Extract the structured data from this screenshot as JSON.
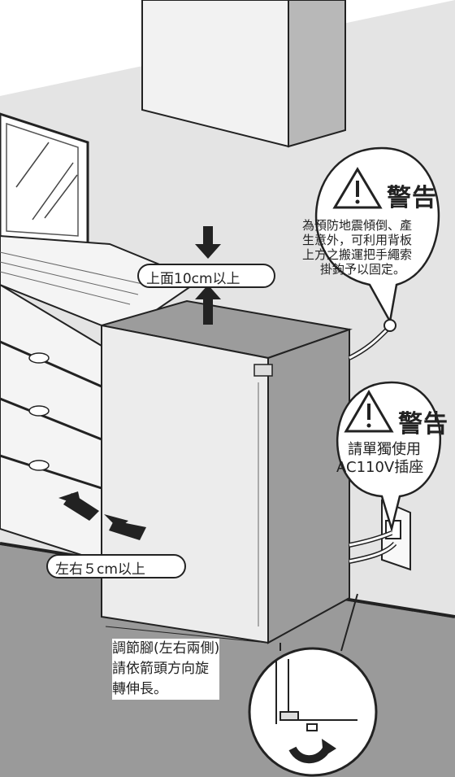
{
  "clearance": {
    "top_label": "上面10cm以上",
    "side_label": "左右５cm以上"
  },
  "warning1": {
    "title": "警告",
    "lines": [
      "為預防地震傾倒、產",
      "生意外，可利用背板",
      "上方之搬運把手繩索",
      "掛鉤予以固定。"
    ]
  },
  "warning2": {
    "title": "警告",
    "lines": [
      "請單獨使用",
      "AC110V插座"
    ]
  },
  "adjust_note": {
    "lines": [
      "調節腳(左右兩側)",
      "請依箭頭方向旋",
      "轉伸長。"
    ]
  },
  "icons": [
    "warning-triangle-icon",
    "down-arrow-icon",
    "up-arrow-icon",
    "right-arrow-icon",
    "left-arrow-icon",
    "rotate-arrow-icon"
  ],
  "colors": {
    "floor": "#9a9a9a",
    "wall": "#e4e4e4",
    "fridge_side": "#9c9c9c",
    "fridge_front": "#ececec",
    "line": "#222222"
  }
}
